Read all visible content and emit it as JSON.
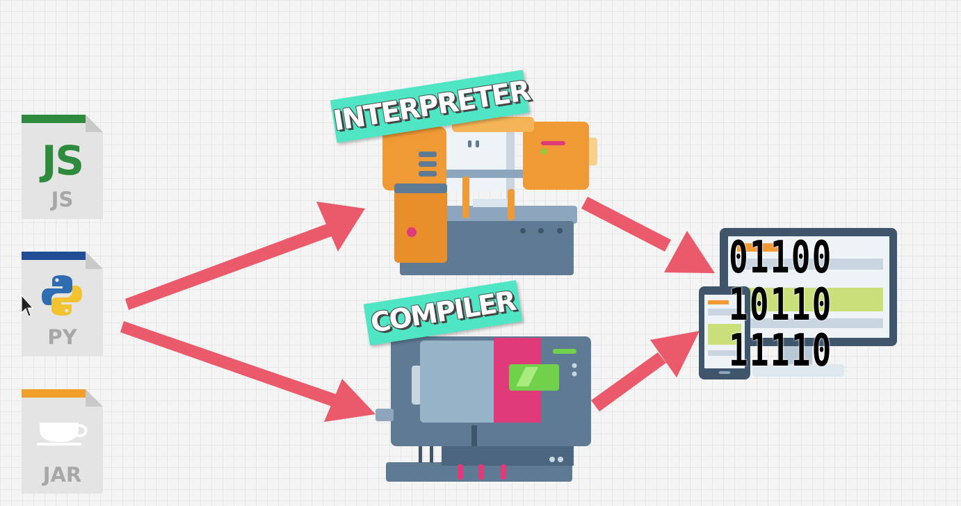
{
  "files": [
    {
      "ext": "JS",
      "big": "JS",
      "icon": "js-logo-icon",
      "bar_color": "#2e8b3d"
    },
    {
      "ext": "PY",
      "icon": "python-logo-icon",
      "bar_color": "#1f4e94"
    },
    {
      "ext": "JAR",
      "icon": "coffee-cup-icon",
      "bar_color": "#f0a02a"
    }
  ],
  "labels": {
    "interpreter": "INTERPRETER",
    "compiler": "COMPILER"
  },
  "binary_lines": [
    "01100",
    "10110",
    "11110"
  ],
  "colors": {
    "arrow": "#ea5a6a",
    "label_bg": "#4ee6c4",
    "interpreter_machine": "#f09a36",
    "compiler_machine": "#5f7b94",
    "compiler_accent": "#e03a7a"
  },
  "icons": [
    "interpreter-machine-icon",
    "compiler-machine-icon",
    "monitor-icon",
    "tablet-icon",
    "cursor-icon"
  ]
}
